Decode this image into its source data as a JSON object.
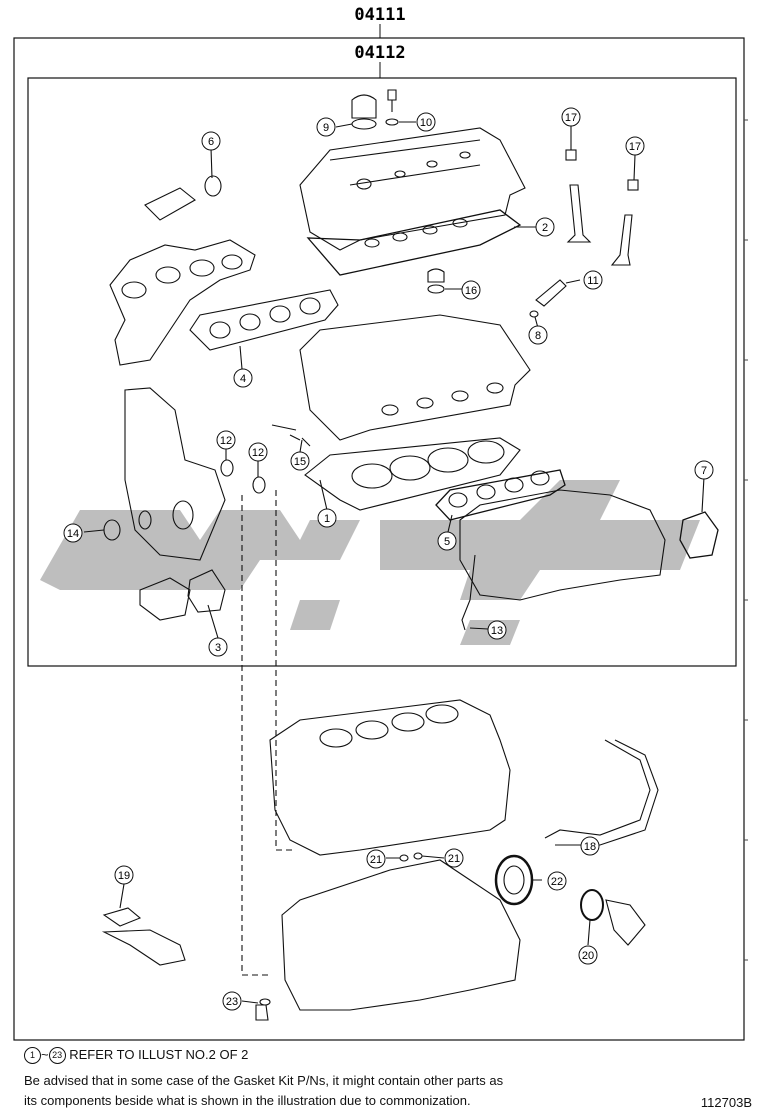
{
  "labels": {
    "outer_part_no": "04111",
    "inner_part_no": "04112"
  },
  "callouts": [
    {
      "num": "1"
    },
    {
      "num": "2"
    },
    {
      "num": "3"
    },
    {
      "num": "4"
    },
    {
      "num": "5"
    },
    {
      "num": "6"
    },
    {
      "num": "7"
    },
    {
      "num": "8"
    },
    {
      "num": "9"
    },
    {
      "num": "10"
    },
    {
      "num": "11"
    },
    {
      "num": "12"
    },
    {
      "num": "12"
    },
    {
      "num": "13"
    },
    {
      "num": "14"
    },
    {
      "num": "15"
    },
    {
      "num": "16"
    },
    {
      "num": "17"
    },
    {
      "num": "17"
    },
    {
      "num": "18"
    },
    {
      "num": "19"
    },
    {
      "num": "20"
    },
    {
      "num": "21"
    },
    {
      "num": "21"
    },
    {
      "num": "22"
    },
    {
      "num": "23"
    }
  ],
  "footer": {
    "refer_start": "1",
    "refer_tilde": "~",
    "refer_end": "23",
    "refer_text": "REFER TO ILLUST NO.2 OF 2",
    "advice_line1": "Be advised that in some case of the Gasket Kit P/Ns,  it might contain other parts as",
    "advice_line2": "its components beside what is shown in the illustration due to commonization.",
    "illustration_id": "112703B"
  },
  "watermark": {
    "color": "#b3b3b3"
  }
}
